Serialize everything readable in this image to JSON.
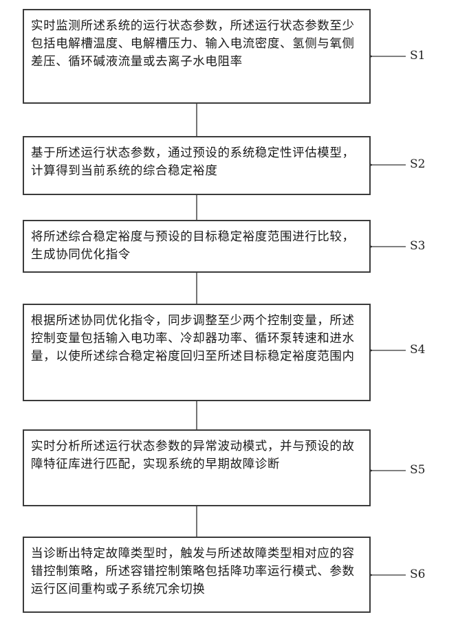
{
  "flowchart": {
    "steps": [
      {
        "label": "S1",
        "text": "实时监测所述系统的运行状态参数，所述运行状态参数至少包括电解槽温度、电解槽压力、输入电流密度、氢侧与氧侧差压、循环碱液流量或去离子水电阻率"
      },
      {
        "label": "S2",
        "text": "基于所述运行状态参数，通过预设的系统稳定性评估模型，计算得到当前系统的综合稳定裕度"
      },
      {
        "label": "S3",
        "text": "将所述综合稳定裕度与预设的目标稳定裕度范围进行比较，生成协同优化指令"
      },
      {
        "label": "S4",
        "text": "根据所述协同优化指令，同步调整至少两个控制变量，所述控制变量包括输入电功率、冷却器功率、循环泵转速和进水量，以使所述综合稳定裕度回归至所述目标稳定裕度范围内"
      },
      {
        "label": "S5",
        "text": "实时分析所述运行状态参数的异常波动模式，并与预设的故障特征库进行匹配，实现系统的早期故障诊断"
      },
      {
        "label": "S6",
        "text": "当诊断出特定故障类型时，触发与所述故障类型相对应的容错控制策略，所述容错控制策略包括降功率运行模式、参数运行区间重构或子系统冗余切换"
      }
    ]
  }
}
